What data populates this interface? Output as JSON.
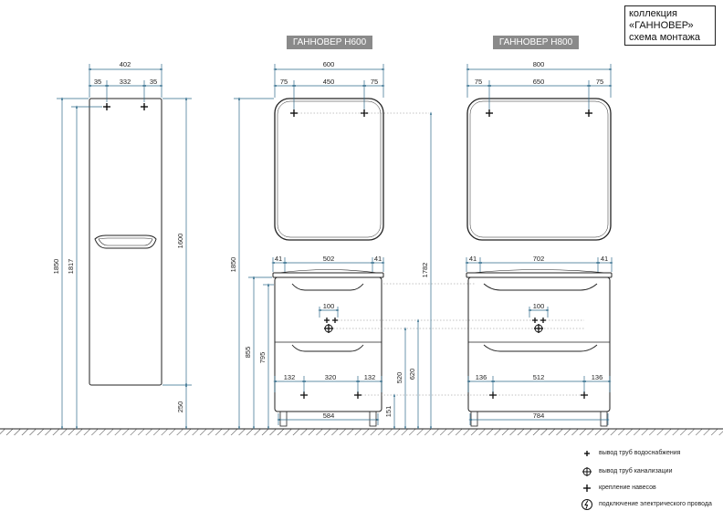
{
  "header": {
    "line1": "коллекция",
    "line2": "«ГАННОВЕР»",
    "line3": "схема монтажа"
  },
  "models": {
    "h600": "ГАННОВЕР Н600",
    "h800": "ГАННОВЕР Н800"
  },
  "dims": {
    "col_total_width": "402",
    "col_left_offset": "35",
    "col_mount_span": "332",
    "col_right_offset": "35",
    "col_height_total": "1850",
    "col_height_top": "1817",
    "col_body_height": "1600",
    "col_leg_height": "250",
    "m600_width": "600",
    "m600_left": "75",
    "m600_span": "450",
    "m600_right": "75",
    "v600_left": "41",
    "v600_span": "502",
    "v600_right": "41",
    "v600_overall_height": "1850",
    "v600_height_855": "855",
    "v600_height_795": "795",
    "v600_pipe_offset": "100",
    "v600_mount_left": "132",
    "v600_mount_span": "320",
    "v600_mount_right": "132",
    "v600_base_width": "584",
    "v600_mirror_mount_height": "1782",
    "v600_height_620": "620",
    "v600_height_520": "520",
    "v600_height_151": "151",
    "m800_width": "800",
    "m800_left": "75",
    "m800_span": "650",
    "m800_right": "75",
    "v800_left": "41",
    "v800_span": "702",
    "v800_right": "41",
    "v800_pipe_offset": "100",
    "v800_mount_left": "136",
    "v800_mount_span": "512",
    "v800_mount_right": "136",
    "v800_base_width": "784"
  },
  "legend": {
    "water_supply": "вывод труб водоснабжения",
    "drain": "вывод труб канализации",
    "mount": "крепление навесов",
    "power": "подключение электрического провода"
  },
  "colors": {
    "line": "#222222",
    "dim": "#2e6a8a",
    "tag": "#8a8a8a",
    "dotted": "#888888"
  }
}
